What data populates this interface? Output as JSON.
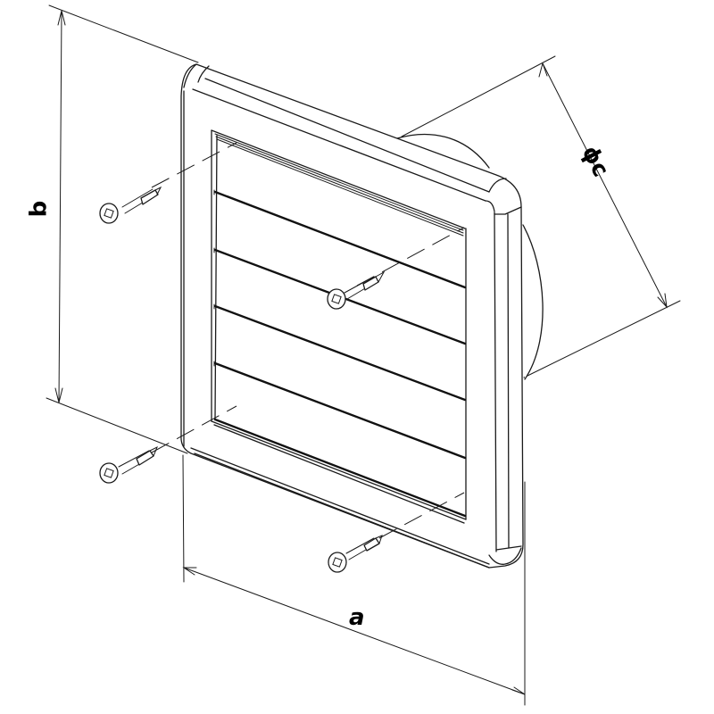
{
  "figure": {
    "subject": "Square ventilation grille with louvers, rear round duct spigot and four mounting screws",
    "line_color": "#1a1a1a",
    "background": "#ffffff"
  },
  "dimensions": {
    "a": {
      "label": "a",
      "meaning": "frame width"
    },
    "b": {
      "label": "b",
      "meaning": "frame height"
    },
    "c": {
      "label": "ϕc",
      "symbol": "ϕ",
      "letter": "c",
      "meaning": "spigot diameter"
    }
  },
  "parts": {
    "louver_count": 5,
    "screw_count": 4
  }
}
